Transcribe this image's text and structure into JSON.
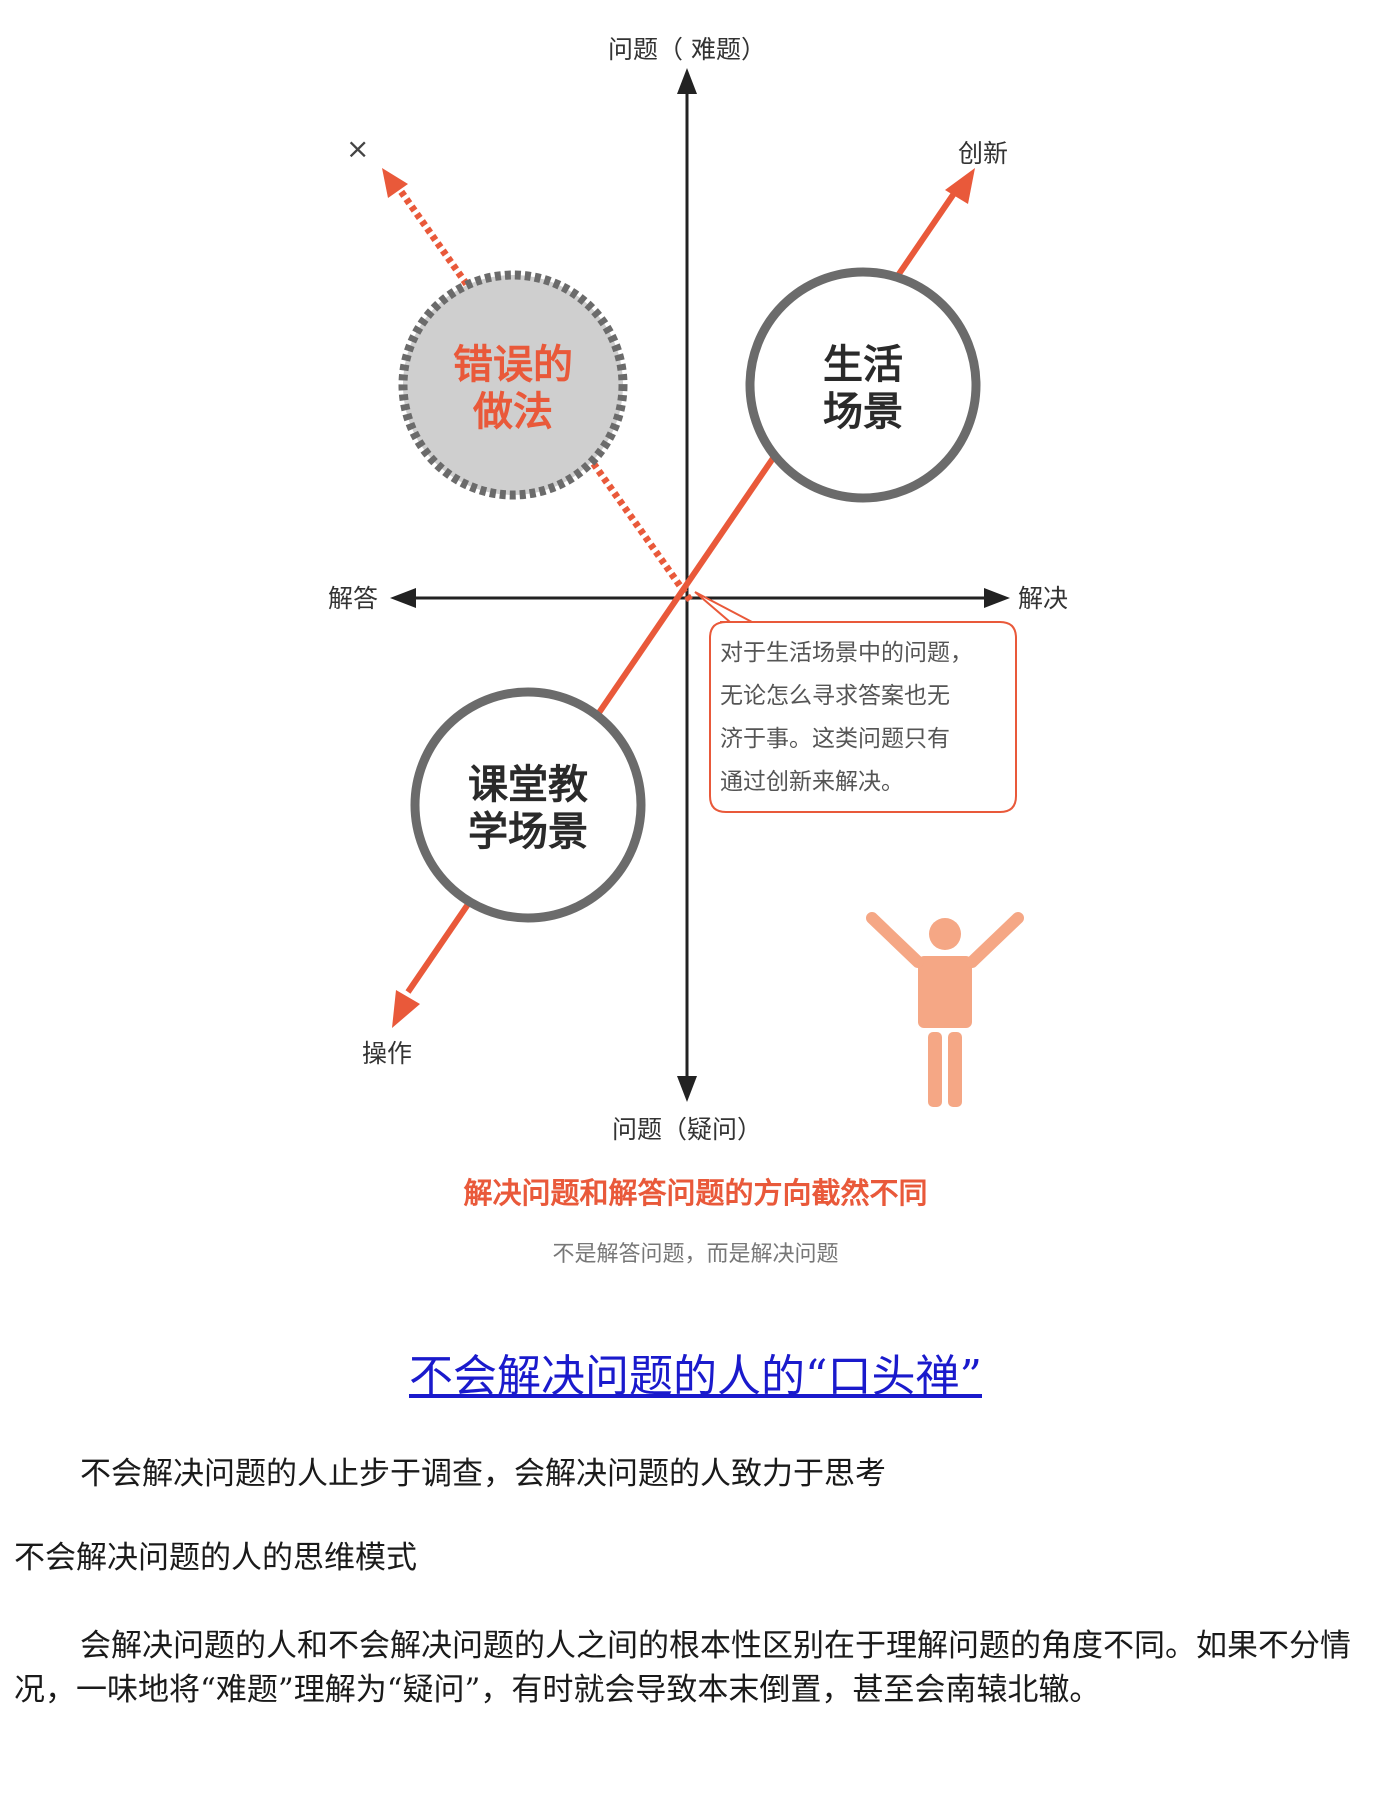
{
  "diagram": {
    "axis_top": "问题（ 难题）",
    "axis_bottom": "问题（疑问）",
    "axis_left": "解答",
    "axis_right": "解决",
    "arrow_innovation": "创新",
    "arrow_operation": "操作",
    "arrow_x": "×",
    "wrong_circle": [
      "错误的",
      "做法"
    ],
    "life_circle": [
      "生活",
      "场景"
    ],
    "classroom_circle": [
      "课堂教",
      "学场景"
    ],
    "bubble_lines": [
      "对于生活场景中的问题，",
      "无论怎么寻求答案也无",
      "济于事。这类问题只有",
      "通过创新来解决。"
    ],
    "colors": {
      "accent": "#e9593a",
      "circle_grey": "#6b6b6b",
      "wrong_fill": "#cfcfcf",
      "person": "#f5a785"
    },
    "person_icon": "person-arms-raised-icon"
  },
  "caption_title": "解决问题和解答问题的方向截然不同",
  "caption_sub": "不是解答问题，而是解决问题",
  "section_heading": "不会解决问题的人的“口头禅”",
  "paragraph_1": "不会解决问题的人止步于调查，会解决问题的人致力于思考",
  "paragraph_2": "不会解决问题的人的思维模式",
  "paragraph_3": "会解决问题的人和不会解决问题的人之间的根本性区别在于理解问题的角度不同。如果不分情况，一味地将“难题”理解为“疑问”，有时就会导致本末倒置，甚至会南辕北辙。"
}
